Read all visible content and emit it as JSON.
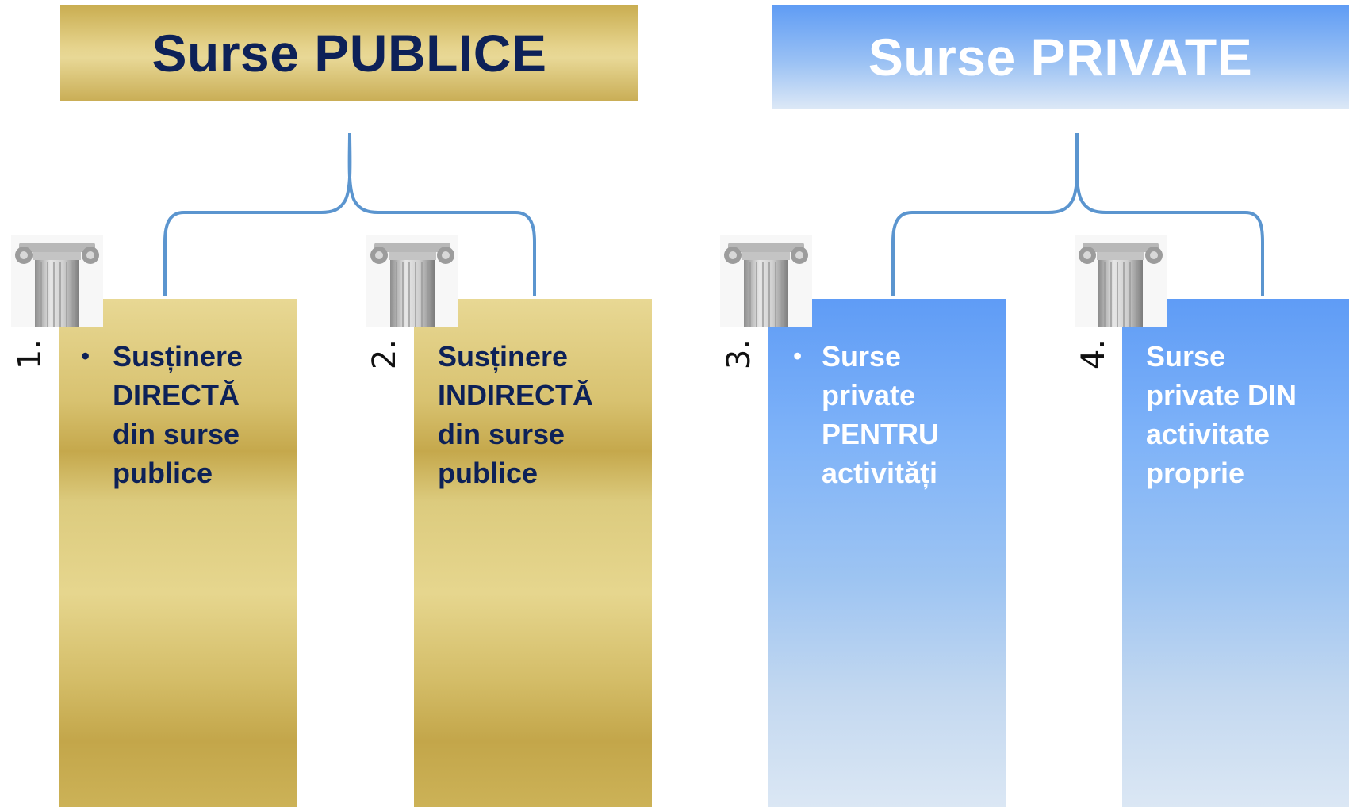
{
  "headers": {
    "public": "Surse PUBLICE",
    "private": "Surse PRIVATE"
  },
  "colors": {
    "public_text": "#0d2158",
    "private_text": "#ffffff",
    "bracket": "#5b95cf",
    "gold": "#d4bd68",
    "blue": "#7fb3f8"
  },
  "items": [
    {
      "number": "1.",
      "bullet": "•",
      "lines": [
        "Susținere",
        "DIRECTĂ",
        "din surse",
        "publice"
      ],
      "icon": "column-icon"
    },
    {
      "number": "2.",
      "lines": [
        "Susținere",
        "INDIRECTĂ",
        "din surse",
        "publice"
      ],
      "icon": "column-icon"
    },
    {
      "number": "3.",
      "bullet": "•",
      "lines": [
        "Surse",
        "private",
        "PENTRU",
        "activități"
      ],
      "icon": "column-icon"
    },
    {
      "number": "4.",
      "lines": [
        "Surse",
        "private DIN",
        "activitate",
        "proprie"
      ],
      "icon": "column-icon"
    }
  ]
}
